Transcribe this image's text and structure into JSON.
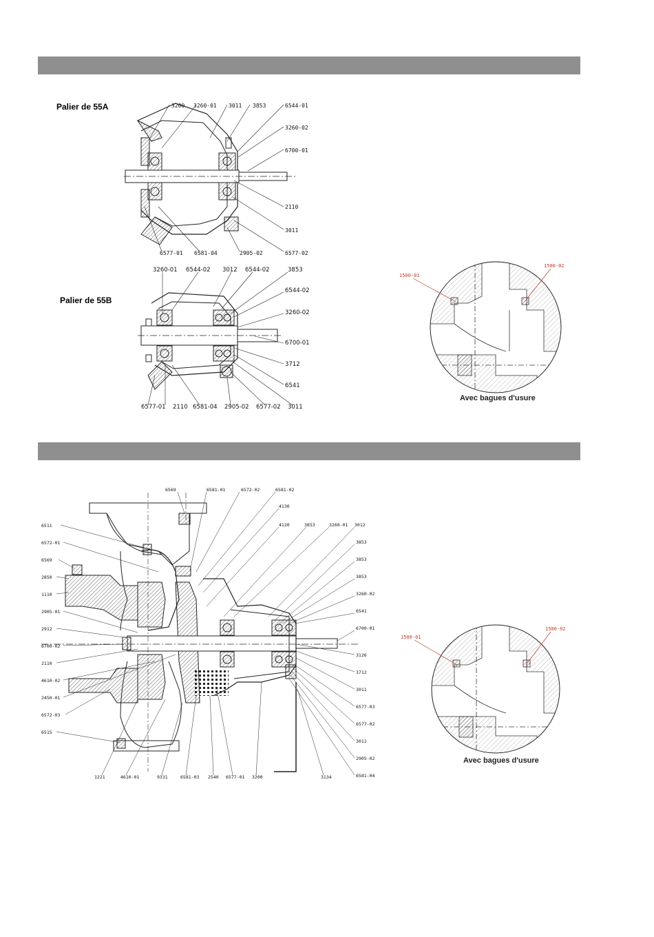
{
  "sections": {
    "band1": "",
    "band2": ""
  },
  "bearing_a": {
    "title": "Palier de 55A",
    "labels": [
      "3200",
      "3260-01",
      "3011",
      "3853",
      "6544-01",
      "3260-02",
      "6700-01",
      "2110",
      "3011",
      "6577-02",
      "2905-02",
      "6581-04",
      "6577-01"
    ]
  },
  "bearing_b": {
    "title": "Palier de 55B",
    "labels": [
      "3260-01",
      "6544-02",
      "3012",
      "6544-02",
      "3853",
      "6544-02",
      "3260-02",
      "6700-01",
      "3712",
      "6541",
      "3011",
      "6577-02",
      "2905-02",
      "6581-04",
      "2110",
      "6577-01"
    ]
  },
  "detail_top": {
    "left_ref": "1500-01",
    "right_ref": "1500-02",
    "caption": "Avec bagues d'usure"
  },
  "detail_bottom": {
    "left_ref": "1500-01",
    "right_ref": "1500-02",
    "caption": "Avec bagues d'usure"
  },
  "pump": {
    "top_labels": [
      "6569",
      "6581-01",
      "6572-02",
      "6581-02"
    ],
    "mid_top_labels": [
      "4130",
      "4120",
      "3853",
      "3260-01",
      "3012"
    ],
    "left_labels": [
      "6511",
      "6572-01",
      "6569",
      "2850",
      "1110",
      "2905-01",
      "2912",
      "6700-02",
      "2110",
      "4610-02",
      "2450-01",
      "6572-03",
      "6515"
    ],
    "right_labels": [
      "3853",
      "3853",
      "3853",
      "3260-02",
      "6541",
      "6700-01",
      "3126",
      "3712",
      "3011",
      "6577-03",
      "6577-02",
      "3011",
      "2905-02",
      "6581-04"
    ],
    "bottom_labels": [
      "1221",
      "4610-01",
      "9331",
      "6581-03",
      "2540",
      "6577-01",
      "3200",
      "3134"
    ]
  }
}
